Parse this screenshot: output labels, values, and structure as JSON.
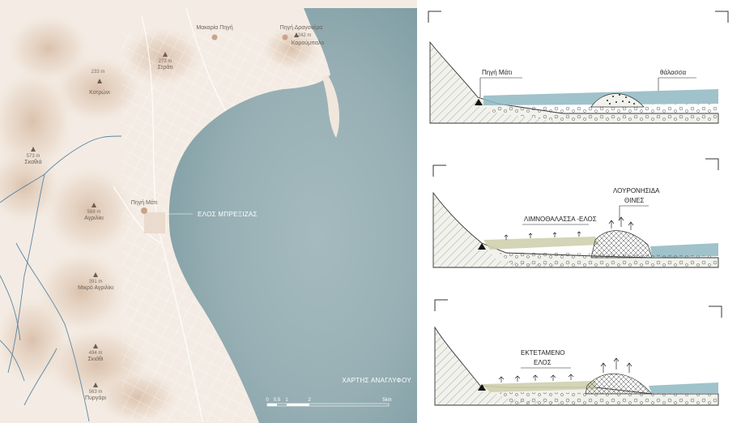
{
  "map": {
    "peaks": [
      {
        "elev": "273 m",
        "name": "Στράτι"
      },
      {
        "elev": "",
        "name": "Κοτρώνι"
      },
      {
        "elev": "573 m",
        "name": "Σκαθιά"
      },
      {
        "elev": "568 m",
        "name": "Αγριλίκι"
      },
      {
        "elev": "391 m",
        "name": "Μικρό Αγριλίκι"
      },
      {
        "elev": "494 m",
        "name": "Σκιάθι"
      },
      {
        "elev": "563 m",
        "name": "Πυργάρι"
      },
      {
        "elev": "233 m",
        "name": ""
      },
      {
        "elev": "242 m",
        "name": "Καρούμπαλο"
      }
    ],
    "springs": [
      {
        "name": "Μακαρία Πηγή"
      },
      {
        "name": "Πηγή Δραγονέρα"
      },
      {
        "name": "Πηγή Μάτι"
      }
    ],
    "marsh_label": "ΕΛΟΣ ΜΠΡΕΞΙΖΑΣ",
    "map_title": "ΧΑΡΤΗΣ ΑΝΑΓΛΥΦΟΥ",
    "scale": {
      "ticks": [
        "0",
        "0.5",
        "1",
        "2",
        "5km"
      ]
    }
  },
  "sections": [
    {
      "labels": {
        "spring": "Πηγή Μάτι",
        "sea": "θάλασσα"
      }
    },
    {
      "labels": {
        "lagoon": "ΛΙΜΝΟΘΑΛΑΣΣΑ -ΕΛΟΣ",
        "dunes_1": "ΛΟΥΡΟΝΗΣΙΔΑ",
        "dunes_2": "ΘΙΝΕΣ"
      }
    },
    {
      "labels": {
        "marsh_1": "ΕΚΤΕΤΑΜΕΝΟ",
        "marsh_2": "ΕΛΟΣ"
      }
    }
  ],
  "colors": {
    "land": "#f4ece4",
    "hill": "#e6d3c2",
    "sea": "#9fb6ba",
    "sea_dark": "#7f9ca2",
    "river": "#5b86a3",
    "road": "#ffffff",
    "spring": "#c9a38b",
    "sketch_water": "#8fb7c2"
  }
}
